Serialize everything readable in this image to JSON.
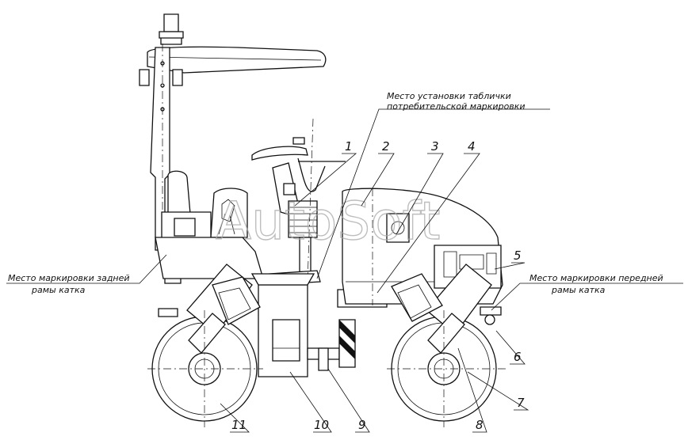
{
  "watermark": "AutoSoft",
  "callouts": {
    "top": {
      "line1": "Место установки таблички",
      "line2": "потребительской маркировки"
    },
    "rear": {
      "line1": "Место маркировки задней",
      "line2": "рамы катка"
    },
    "front": {
      "line1": "Место маркировки передней",
      "line2": "рамы катка"
    }
  },
  "part_numbers": [
    "1",
    "2",
    "3",
    "4",
    "5",
    "6",
    "7",
    "8",
    "9",
    "10",
    "11"
  ]
}
